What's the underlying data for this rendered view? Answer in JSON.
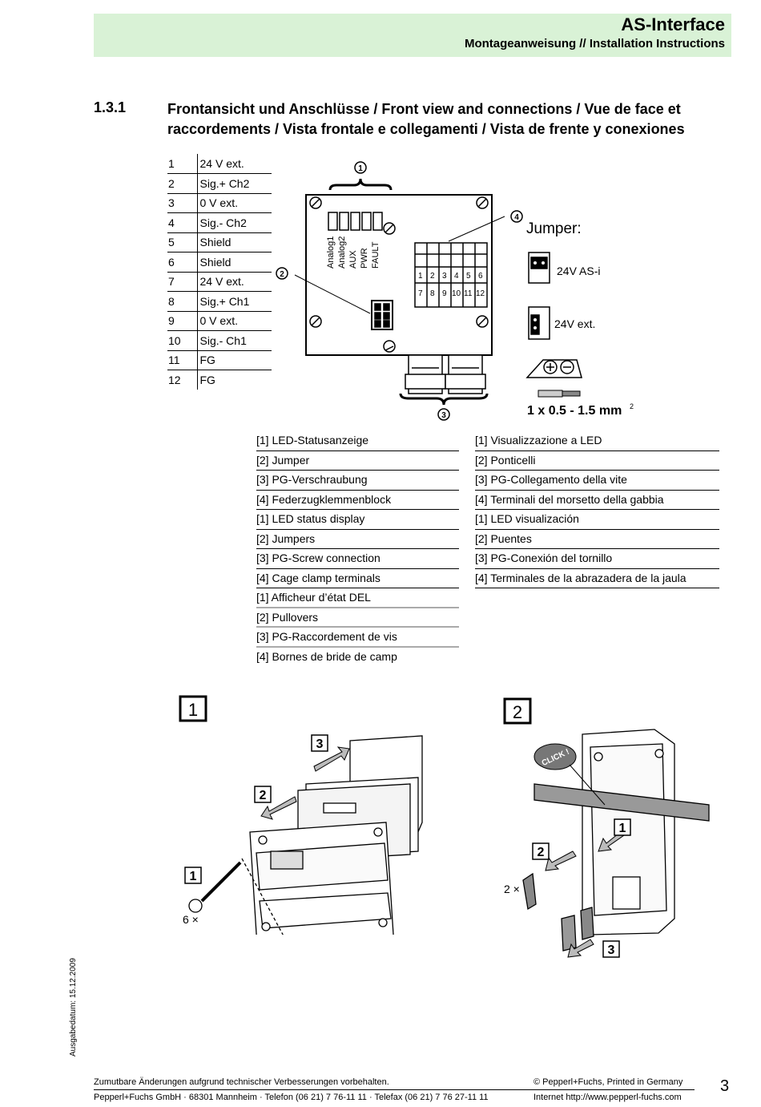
{
  "header": {
    "title": "AS-Interface",
    "subtitle": "Montageanweisung // Installation Instructions"
  },
  "section": {
    "number": "1.3.1",
    "heading": "Frontansicht und Anschlüsse / Front view and connections / Vue de face et raccordements / Vista frontale e collegamenti / Vista de frente y conexiones"
  },
  "pins": [
    {
      "n": "1",
      "signal": "24 V ext."
    },
    {
      "n": "2",
      "signal": "Sig.+ Ch2"
    },
    {
      "n": "3",
      "signal": "0 V ext."
    },
    {
      "n": "4",
      "signal": "Sig.- Ch2"
    },
    {
      "n": "5",
      "signal": "Shield"
    },
    {
      "n": "6",
      "signal": "Shield"
    },
    {
      "n": "7",
      "signal": "24 V ext."
    },
    {
      "n": "8",
      "signal": "Sig.+ Ch1"
    },
    {
      "n": "9",
      "signal": "0 V ext."
    },
    {
      "n": "10",
      "signal": "Sig.- Ch1"
    },
    {
      "n": "11",
      "signal": "FG"
    },
    {
      "n": "12",
      "signal": "FG"
    }
  ],
  "front_view": {
    "callouts": [
      "1",
      "2",
      "3",
      "4"
    ],
    "led_labels": [
      "Analog1",
      "Analog2",
      "AUX",
      "PWR",
      "FAULT"
    ],
    "terminals_top": [
      "1",
      "2",
      "3",
      "4",
      "5",
      "6"
    ],
    "terminals_bottom": [
      "7",
      "8",
      "9",
      "10",
      "11",
      "12"
    ],
    "jumper_title": "Jumper:",
    "jumper_as_i": "24V AS-i",
    "jumper_ext": "24V ext.",
    "wire_size": "1 x 0.5 - 1.5 mm",
    "wire_size_sup": "2"
  },
  "legend_left": [
    "[1] LED-Statusanzeige",
    "[2] Jumper",
    "[3] PG-Verschraubung",
    "[4] Federzugklemmenblock",
    "[1] LED status display",
    "[2] Jumpers",
    "[3] PG-Screw connection",
    "[4] Cage clamp terminals",
    "[1] Afficheur d’état DEL",
    "[2] Pullovers",
    "[3] PG-Raccordement de vis",
    "[4] Bornes de bride de camp"
  ],
  "legend_right": [
    "[1] Visualizzazione a LED",
    "[2] Ponticelli",
    "[3] PG-Collegamento della vite",
    "[4] Terminali del morsetto della gabbia",
    "[1] LED visualización",
    "[2] Puentes",
    "[3] PG-Conexión del tornillo",
    "[4] Terminales de la abrazadera de la jaula"
  ],
  "figure1": {
    "label": "1",
    "steps": [
      "1",
      "2",
      "3"
    ],
    "screw_count": "6 ×"
  },
  "figure2": {
    "label": "2",
    "steps": [
      "1",
      "2",
      "3"
    ],
    "click_text": "CLICK !",
    "part_count": "2 ×"
  },
  "side_date": "Ausgabedatum: 15.12.2009",
  "footer": {
    "disclaimer": "Zumutbare Änderungen aufgrund technischer Verbesserungen vorbehalten.",
    "copyright": "© Pepperl+Fuchs, Printed in Germany",
    "address": "Pepperl+Fuchs GmbH · 68301 Mannheim · Telefon (06 21) 7 76-11 11 · Telefax (06 21) 7 76 27-11 11",
    "web": "Internet http://www.pepperl-fuchs.com",
    "page": "3"
  }
}
